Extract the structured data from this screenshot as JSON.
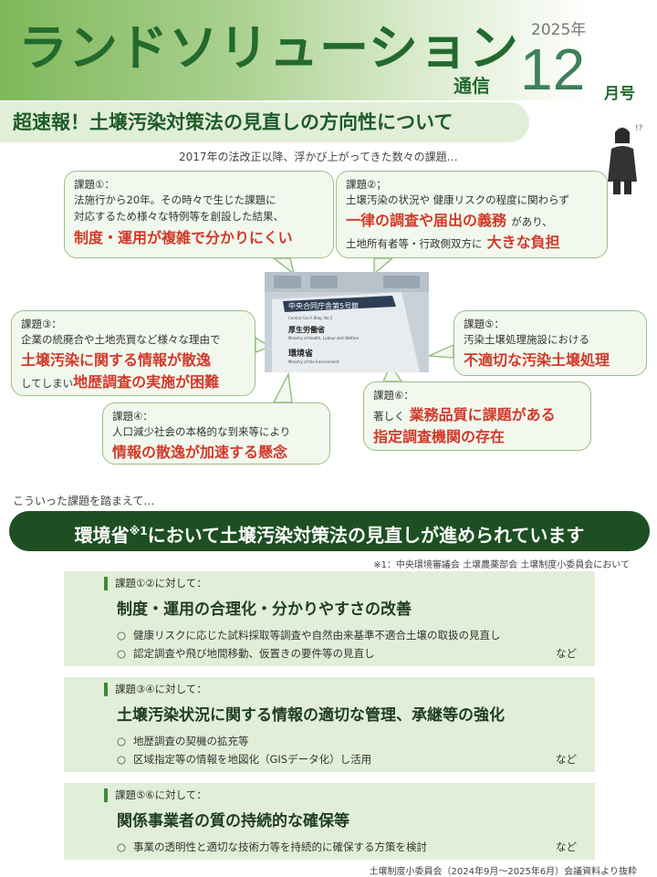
{
  "header": {
    "brand": "ランドソリューション",
    "tsushin": "通信",
    "year": "2025年",
    "month": "12",
    "month_label": "月号"
  },
  "headline": "超速報！土壌汚染対策法の見直しの方向性について",
  "intro": "2017年の法改正以降、浮かび上がってきた数々の課題…",
  "issues": {
    "i1": {
      "title": "課題①：",
      "line1": "法施行から20年。その時々で生じた課題に",
      "line2": "対応するため様々な特例等を創設した結果、",
      "highlight": "制度・運用が複雑で分かりにくい"
    },
    "i2": {
      "title": "課題②；",
      "line1": "土壌汚染の状況や 健康リスクの程度に関わらず",
      "highlight1": "一律の調査や届出の義務",
      "line2": "があり、",
      "line3": "土地所有者等・行政側双方に",
      "highlight2": "大きな負担"
    },
    "i3": {
      "title": "課題③：",
      "line1": "企業の統廃合や土地売買など様々な理由で",
      "highlight1": "土壌汚染に関する情報が散逸",
      "line2": "してしまい",
      "highlight2": "地歴調査の実施が困難"
    },
    "i4": {
      "title": "課題④：",
      "line1": "人口減少社会の本格的な到来等により",
      "highlight": "情報の散逸が加速する懸念"
    },
    "i5": {
      "title": "課題⑤：",
      "line1": "汚染土壌処理施設における",
      "highlight": "不適切な汚染土壌処理"
    },
    "i6": {
      "title": "課題⑥：",
      "line1": "著しく",
      "highlight1": "業務品質に課題がある",
      "highlight2": "指定調査機関の存在"
    }
  },
  "photo": {
    "sign1": "中央合同庁舎第5号館",
    "sign1_en": "Central Gov't Bldg. No.5",
    "sign2": "厚生労働省",
    "sign2_en": "Ministry of Health, Labour and Welfare",
    "sign3": "環境省",
    "sign3_en": "Ministry of the Environment"
  },
  "lead": "こういった課題を踏まえて…",
  "main_banner": {
    "pre": "環境省",
    "sup": "※1",
    "post": "において土壌汚染対策法の見直しが進められています"
  },
  "footnote": "※1：中央環境審議会 土壌農薬部会 土壌制度小委員会において",
  "measures": [
    {
      "for": "課題①②に対して：",
      "title": "制度・運用の合理化・分かりやすさの改善",
      "items": [
        {
          "bullet": "○",
          "text": "健康リスクに応じた試料採取等調査や自然由来基準不適合土壌の取扱の見直し",
          "nado": ""
        },
        {
          "bullet": "○",
          "text": "認定調査や飛び地間移動、仮置きの要件等の見直し",
          "nado": "など"
        }
      ]
    },
    {
      "for": "課題③④に対して：",
      "title": "土壌汚染状況に関する情報の適切な管理、承継等の強化",
      "items": [
        {
          "bullet": "○",
          "text": "地歴調査の契機の拡充等",
          "nado": ""
        },
        {
          "bullet": "○",
          "text": "区域指定等の情報を地図化（GISデータ化）し活用",
          "nado": "など"
        }
      ]
    },
    {
      "for": "課題⑤⑥に対して：",
      "title": "関係事業者の質の持続的な確保等",
      "items": [
        {
          "bullet": "○",
          "text": "事業の透明性と適切な技術力等を持続的に確保する方策を検討",
          "nado": "など"
        }
      ]
    }
  ],
  "source": "土壌制度小委員会（2024年9月～2025年6月）会議資料より抜粋"
}
